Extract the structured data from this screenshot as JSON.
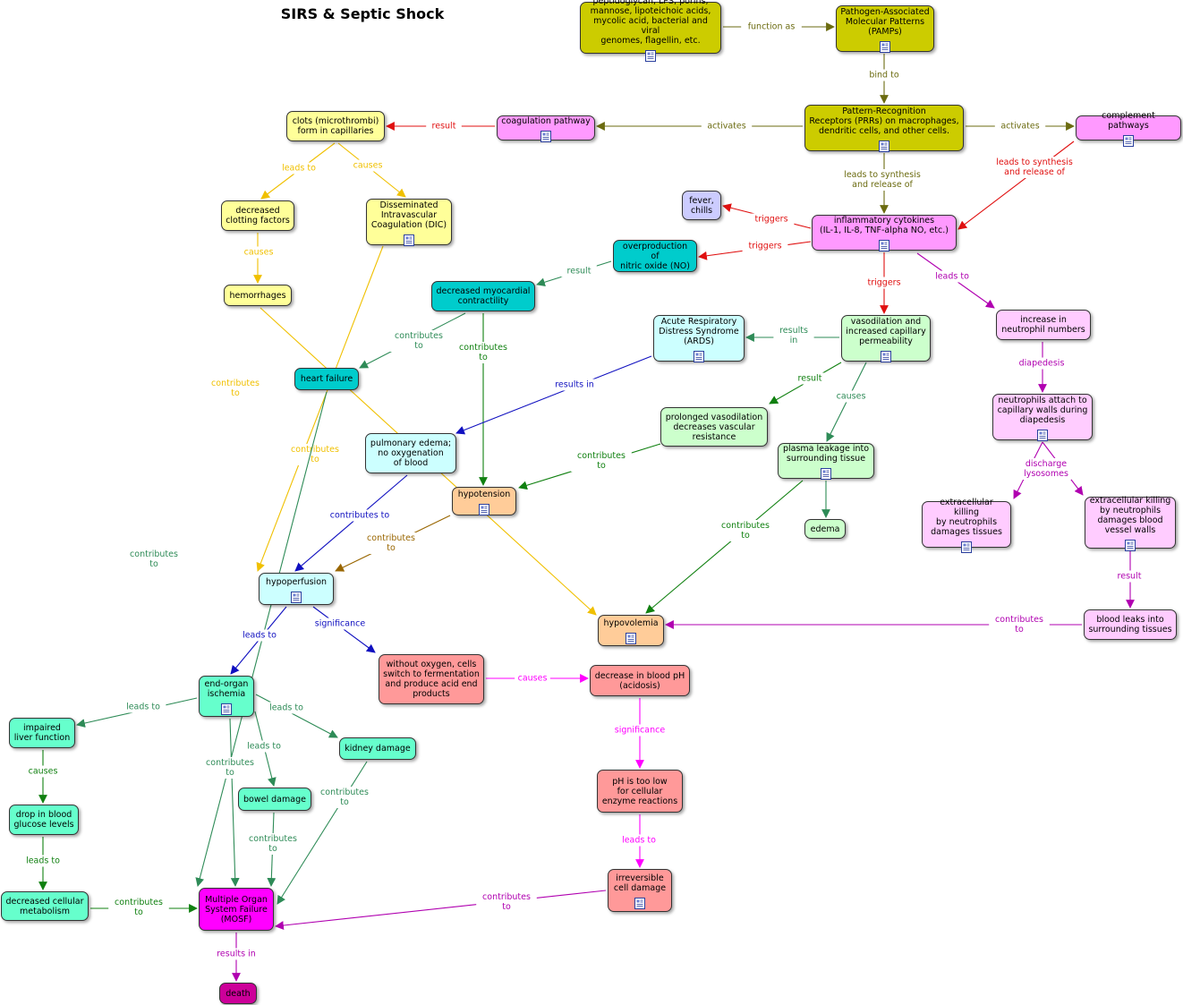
{
  "title": "SIRS & Septic Shock",
  "colors": {
    "olive": "#cccc00",
    "olive_line": "#6b6b10",
    "magenta": "#ff99ff",
    "red": "#e01010",
    "yellow": "#ffff99",
    "yellow_line": "#f0c000",
    "cyan_dark": "#00cccc",
    "teal_line": "#2e8b57",
    "cyan_light": "#ccffff",
    "blue_line": "#1010c0",
    "green_light": "#ccffcc",
    "green_line": "#108010",
    "orange": "#ffcc99",
    "brown_line": "#996600",
    "pink_light": "#ffccff",
    "purple_line": "#b000b0",
    "salmon": "#ff9999",
    "magenta_line": "#ff00ff",
    "mint": "#66ffcc",
    "mosf": "#ff00ff",
    "death": "#cc0099",
    "lavender": "#ccccff"
  },
  "nodes": {
    "pamp_examples": "peptidoglycan, LPS, porins,\nmannose, lipoteichoic acids,\nmycolic acid, bacterial and viral\ngenomes, flagellin, etc.",
    "pamps": "Pathogen-Associated\nMolecular Patterns\n(PAMPs)",
    "prrs": "Pattern-Recognition\nReceptors (PRRs) on macrophages,\ndendritic cells, and other cells.",
    "coagulation": "coagulation pathway",
    "complement": "complement pathways",
    "clots": "clots (microthrombi)\nform in capillaries",
    "dec_clotting": "decreased\nclotting factors",
    "dic": "Disseminated\nIntravascular\nCoagulation (DIC)",
    "hemorrhages": "hemorrhages",
    "fever": "fever,\nchills",
    "cytokines": "inflammatory cytokines\n(IL-1, IL-8, TNF-alpha NO, etc.)",
    "nitric_oxide": "overproduction of\nnitric oxide (NO)",
    "myocardial": "decreased myocardial\ncontractility",
    "heart_failure": "heart failure",
    "ards": "Acute Respiratory\nDistress Syndrome\n(ARDS)",
    "vasodilation": "vasodilation and\nincreased capillary\npermeability",
    "neutrophil_numbers": "increase in\nneutrophil numbers",
    "neutrophils_attach": "neutrophils attach to\ncapillary walls during\ndiapedesis",
    "prolonged_vaso": "prolonged vasodilation\ndecreases vascular\nresistance",
    "plasma_leak": "plasma leakage into\nsurrounding tissue",
    "pulmonary_edema": "pulmonary edema;\nno oxygenation\nof blood",
    "hypotension": "hypotension",
    "edema": "edema",
    "killing_tissues": "extracellular killing\nby neutrophils\ndamages tissues",
    "killing_vessels": "extracellular killing\nby neutrophils\ndamages blood\nvessel walls",
    "hypoperfusion": "hypoperfusion",
    "hypovolemia": "hypovolemia",
    "blood_leaks": "blood leaks into\nsurrounding tissues",
    "fermentation": "without oxygen, cells\nswitch to fermentation\nand produce acid end\nproducts",
    "blood_ph": "decrease in blood pH\n(acidosis)",
    "end_organ": "end-organ\nischemia",
    "liver": "impaired\nliver function",
    "kidney": "kidney damage",
    "bowel": "bowel damage",
    "glucose": "drop in blood\nglucose levels",
    "ph_low": "pH  is too low\nfor cellular\nenzyme reactions",
    "cell_damage": "irreversible\ncell damage",
    "metabolism": "decreased cellular\nmetabolism",
    "mosf": "Multiple Organ\nSystem Failure\n(MOSF)",
    "death": "death"
  },
  "labels": {
    "function_as": "function as",
    "bind_to": "bind to",
    "activates": "activates",
    "result": "result",
    "leads_to": "leads to",
    "causes": "causes",
    "leads_to_synthesis": "leads to synthesis\nand release of",
    "triggers": "triggers",
    "contributes_to": "contributes\nto",
    "results_in": "results in",
    "results_in_split": "results\nin",
    "diapedesis": "diapedesis",
    "discharge_lysosomes": "discharge\nlysosomes",
    "contributes_to_inline": "contributes to",
    "significance": "significance"
  }
}
